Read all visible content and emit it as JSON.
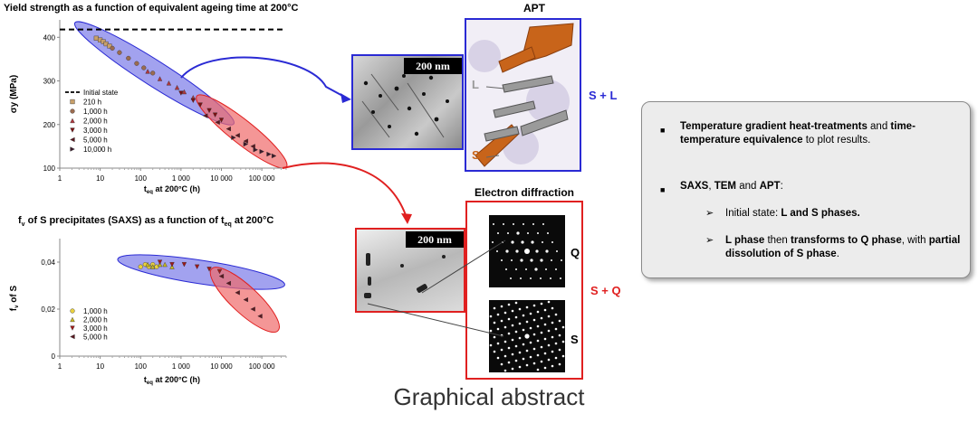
{
  "chart_data": [
    {
      "type": "scatter",
      "title": "Yield strength as a function of equivalent ageing time at 200°C",
      "xlabel": "t_eq at 200°C (h)",
      "xlabel_main": "t",
      "xlabel_sub": "eq",
      "xlabel_rest": " at 200°C (h)",
      "ylabel": "σy (MPa)",
      "xscale": "log",
      "xlim": [
        1,
        400000
      ],
      "ylim": [
        100,
        440
      ],
      "xticks": [
        {
          "v": 1,
          "label": "1"
        },
        {
          "v": 10,
          "label": "10"
        },
        {
          "v": 100,
          "label": "100"
        },
        {
          "v": 1000,
          "label": "1 000"
        },
        {
          "v": 10000,
          "label": "10 000"
        },
        {
          "v": 100000,
          "label": "100 000"
        }
      ],
      "yticks": [
        {
          "v": 100,
          "label": "100"
        },
        {
          "v": 200,
          "label": "200"
        },
        {
          "v": 300,
          "label": "300"
        },
        {
          "v": 400,
          "label": "400"
        }
      ],
      "hline": {
        "label": "Initial state",
        "y": 418
      },
      "legend_position": "bottom-left",
      "series": [
        {
          "name": "210 h",
          "marker": "square",
          "color": "#c8a06a",
          "x": [
            8,
            10,
            12,
            14,
            17
          ],
          "y": [
            398,
            394,
            390,
            385,
            380
          ]
        },
        {
          "name": "1,000 h",
          "marker": "circle",
          "color": "#9b6b4f",
          "x": [
            20,
            30,
            50,
            80,
            120,
            200
          ],
          "y": [
            375,
            365,
            352,
            340,
            330,
            318
          ]
        },
        {
          "name": "2,000 h",
          "marker": "triangle",
          "color": "#b0373d",
          "x": [
            150,
            300,
            500,
            800,
            1200,
            2000
          ],
          "y": [
            322,
            305,
            295,
            285,
            275,
            262
          ]
        },
        {
          "name": "3,000 h",
          "marker": "triangle-down",
          "color": "#7b1010",
          "x": [
            1000,
            2000,
            3000,
            5000,
            7000,
            10000
          ],
          "y": [
            272,
            255,
            245,
            232,
            222,
            210
          ]
        },
        {
          "name": "5,000 h",
          "marker": "triangle-left",
          "color": "#5a1820",
          "x": [
            4000,
            8000,
            15000,
            25000,
            40000,
            60000
          ],
          "y": [
            220,
            205,
            190,
            175,
            162,
            150
          ]
        },
        {
          "name": "10,000 h",
          "marker": "triangle-right",
          "color": "#3a1a2a",
          "x": [
            20000,
            40000,
            70000,
            100000,
            150000,
            200000
          ],
          "y": [
            170,
            155,
            142,
            138,
            132,
            128
          ]
        }
      ]
    },
    {
      "type": "scatter",
      "title": "f of S precipitates (SAXS) as a function of t at 200°C",
      "title_parts": {
        "a": "f",
        "a_sub": "v",
        "b": " of S precipitates (SAXS) as a function of t",
        "b_sub": "eq",
        "c": " at 200°C"
      },
      "xlabel": "t_eq at 200°C (h)",
      "xlabel_main": "t",
      "xlabel_sub": "eq",
      "xlabel_rest": " at 200°C (h)",
      "ylabel": "f of S",
      "ylabel_main": "f",
      "ylabel_sub": "v",
      "ylabel_rest": " of S",
      "xscale": "log",
      "xlim": [
        1,
        400000
      ],
      "ylim": [
        0,
        0.05
      ],
      "xticks": [
        {
          "v": 1,
          "label": "1"
        },
        {
          "v": 10,
          "label": "10"
        },
        {
          "v": 100,
          "label": "100"
        },
        {
          "v": 1000,
          "label": "1 000"
        },
        {
          "v": 10000,
          "label": "10 000"
        },
        {
          "v": 100000,
          "label": "100 000"
        }
      ],
      "yticks": [
        {
          "v": 0,
          "label": "0"
        },
        {
          "v": 0.02,
          "label": "0,02"
        },
        {
          "v": 0.04,
          "label": "0,04"
        }
      ],
      "legend_position": "bottom-left",
      "series": [
        {
          "name": "1,000 h",
          "marker": "circle",
          "color": "#e8d040",
          "x": [
            100,
            130,
            160,
            200,
            250
          ],
          "y": [
            0.038,
            0.039,
            0.038,
            0.039,
            0.038
          ]
        },
        {
          "name": "2,000 h",
          "marker": "triangle",
          "color": "#c8b820",
          "x": [
            150,
            200,
            300,
            400,
            600
          ],
          "y": [
            0.039,
            0.038,
            0.039,
            0.039,
            0.038
          ]
        },
        {
          "name": "3,000 h",
          "marker": "triangle-down",
          "color": "#a01818",
          "x": [
            300,
            600,
            1200,
            2500,
            5000,
            9000
          ],
          "y": [
            0.04,
            0.039,
            0.039,
            0.038,
            0.037,
            0.036
          ]
        },
        {
          "name": "5,000 h",
          "marker": "triangle-left",
          "color": "#5a1820",
          "x": [
            10000,
            15000,
            25000,
            40000,
            60000,
            90000
          ],
          "y": [
            0.034,
            0.031,
            0.027,
            0.024,
            0.02,
            0.017
          ]
        }
      ]
    }
  ],
  "apt": {
    "title": "APT",
    "scale": "200 nm",
    "label_l": "L",
    "label_s": "S",
    "phase": "S + L"
  },
  "diffraction": {
    "title": "Electron diffraction",
    "scale": "200 nm",
    "label_q": "Q",
    "label_s": "S",
    "phase": "S + Q"
  },
  "colors": {
    "blue": "#2a2ad4",
    "red": "#e02020",
    "orange": "#c8641a",
    "ellipse_blue": "#7a7ae8",
    "ellipse_red": "#f06a6a"
  },
  "info": {
    "b1": {
      "t1": "Temperature gradient heat-treatments",
      "t2": " and ",
      "t3": "time-temperature equivalence",
      "t4": " to plot results."
    },
    "b2": {
      "t1": "SAXS",
      "t2": ", ",
      "t3": "TEM",
      "t4": " and ",
      "t5": "APT",
      "t6": ":"
    },
    "s1": {
      "t1": "Initial state: ",
      "t2": "L and S phases."
    },
    "s2": {
      "t1": "L phase",
      "t2": " then ",
      "t3": "transforms to Q phase",
      "t4": ", with ",
      "t5": "partial dissolution of S phase",
      "t6": "."
    }
  },
  "caption": "Graphical abstract"
}
